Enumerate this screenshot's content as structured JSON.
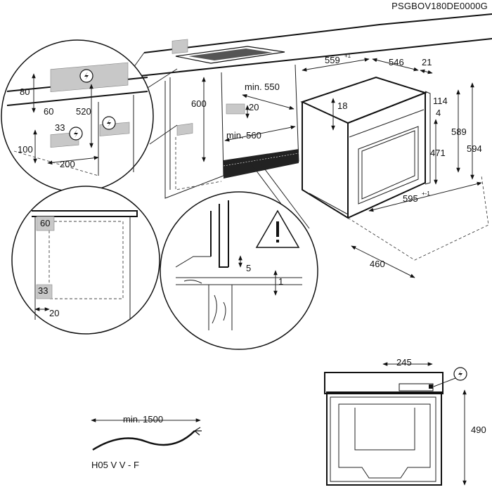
{
  "document_code": "PSGBOV180DE0000G",
  "installation": {
    "niche_height": "600",
    "niche_depth_min": "min. 550",
    "niche_width_min": "min. 560",
    "ventilation_gap": "20"
  },
  "oven": {
    "width_top": "559",
    "width_top_tolerance": "+1",
    "depth_body": "546",
    "depth_front": "21",
    "top_offset": "18",
    "top_panel": "114",
    "front_offset": "4",
    "door_height": "471",
    "body_height": "589",
    "total_height": "594",
    "front_width": "595",
    "front_width_tolerance": "+-1",
    "base_depth": "460"
  },
  "upper_detail": {
    "cutout_height": "80",
    "offset_horizontal": "60",
    "height_520": "520",
    "offset_33": "33",
    "height_100": "100",
    "width_200": "200"
  },
  "side_detail": {
    "top_gap": "60",
    "bottom_gap": "33",
    "side_gap": "20"
  },
  "floor_detail": {
    "gap_5": "5",
    "gap_1": "1"
  },
  "back_view": {
    "cable_offset": "245",
    "height": "490"
  },
  "cable": {
    "length_min": "min. 1500",
    "type": "H05 V V - F"
  },
  "icons": [
    "electric-warning-icon",
    "warning-triangle-icon"
  ]
}
